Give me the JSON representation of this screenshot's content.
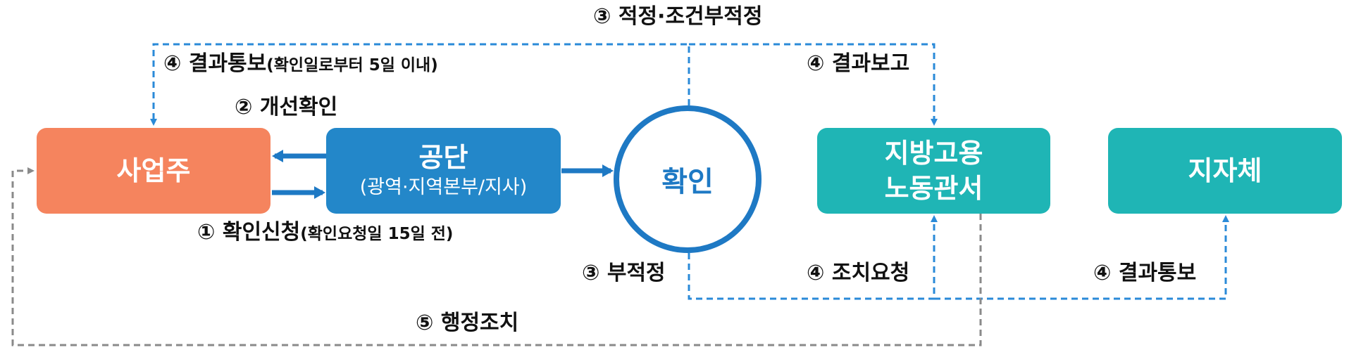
{
  "nodes": {
    "employer": "사업주",
    "agency_title": "공단",
    "agency_subtitle": "(광역·지역본부/지사)",
    "confirm": "확인",
    "labor_office_line1": "지방고용",
    "labor_office_line2": "노동관서",
    "local_gov": "지자체"
  },
  "labels": {
    "step1_main": "① 확인신청",
    "step1_note": "(확인요청일 15일 전)",
    "step2": "② 개선확인",
    "step3_pass": "③ 적정·조건부적정",
    "step3_fail": "③ 부적정",
    "step4_notify_employer_main": "④ 결과통보",
    "step4_notify_employer_note": "(확인일로부터 5일 이내)",
    "step4_report": "④ 결과보고",
    "step4_action_request": "④ 조치요청",
    "step4_notify_local": "④ 결과통보",
    "step5": "⑤ 행정조치"
  },
  "colors": {
    "employer": "#f5845e",
    "agency": "#2387c9",
    "confirm_ring": "#1e79c4",
    "labor_office": "#1fb5b5",
    "local_gov": "#1fb5b5",
    "dashed_blue": "#2a8ad8",
    "dashed_gray": "#8a8a8a"
  }
}
